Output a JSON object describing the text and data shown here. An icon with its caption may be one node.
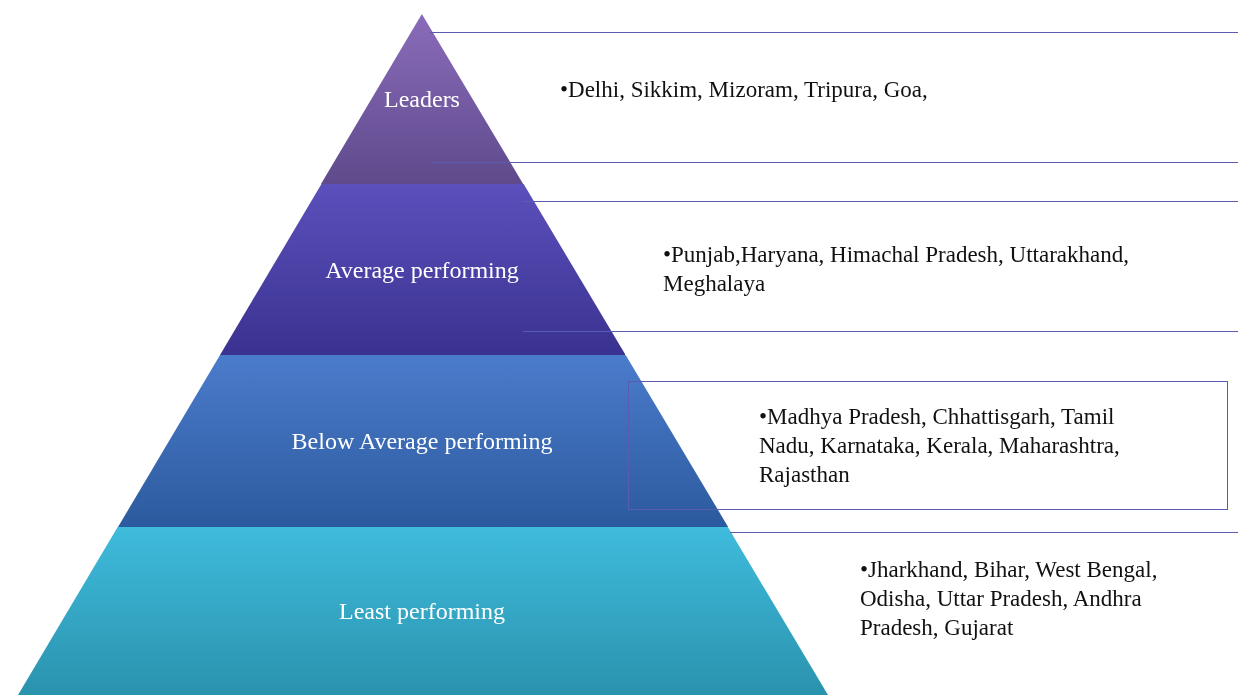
{
  "diagram": {
    "nodes": [
      {
        "text": [
          "Leaders"
        ]
      },
      {
        "text": [
          "•Delhi, Sikkim, Mizoram, Tripura, Goa,"
        ]
      },
      {
        "text": [
          "Average performing"
        ]
      },
      {
        "text": [
          "•Punjab,Haryana, Himachal Pradesh, Uttarakhand, Meghalaya"
        ]
      },
      {
        "text": [
          "Below Average performing"
        ]
      },
      {
        "text": [
          "•Madhya Pradesh, Chhattisgarh, Tamil Nadu, Karnataka, Kerala, Maharashtra, Rajasthan"
        ]
      },
      {
        "text": [
          "Least performing"
        ]
      },
      {
        "text": [
          "•Jharkhand, Bihar, West Bengal, Odisha, Uttar Pradesh, Andhra Pradesh, Gujarat"
        ]
      }
    ]
  }
}
